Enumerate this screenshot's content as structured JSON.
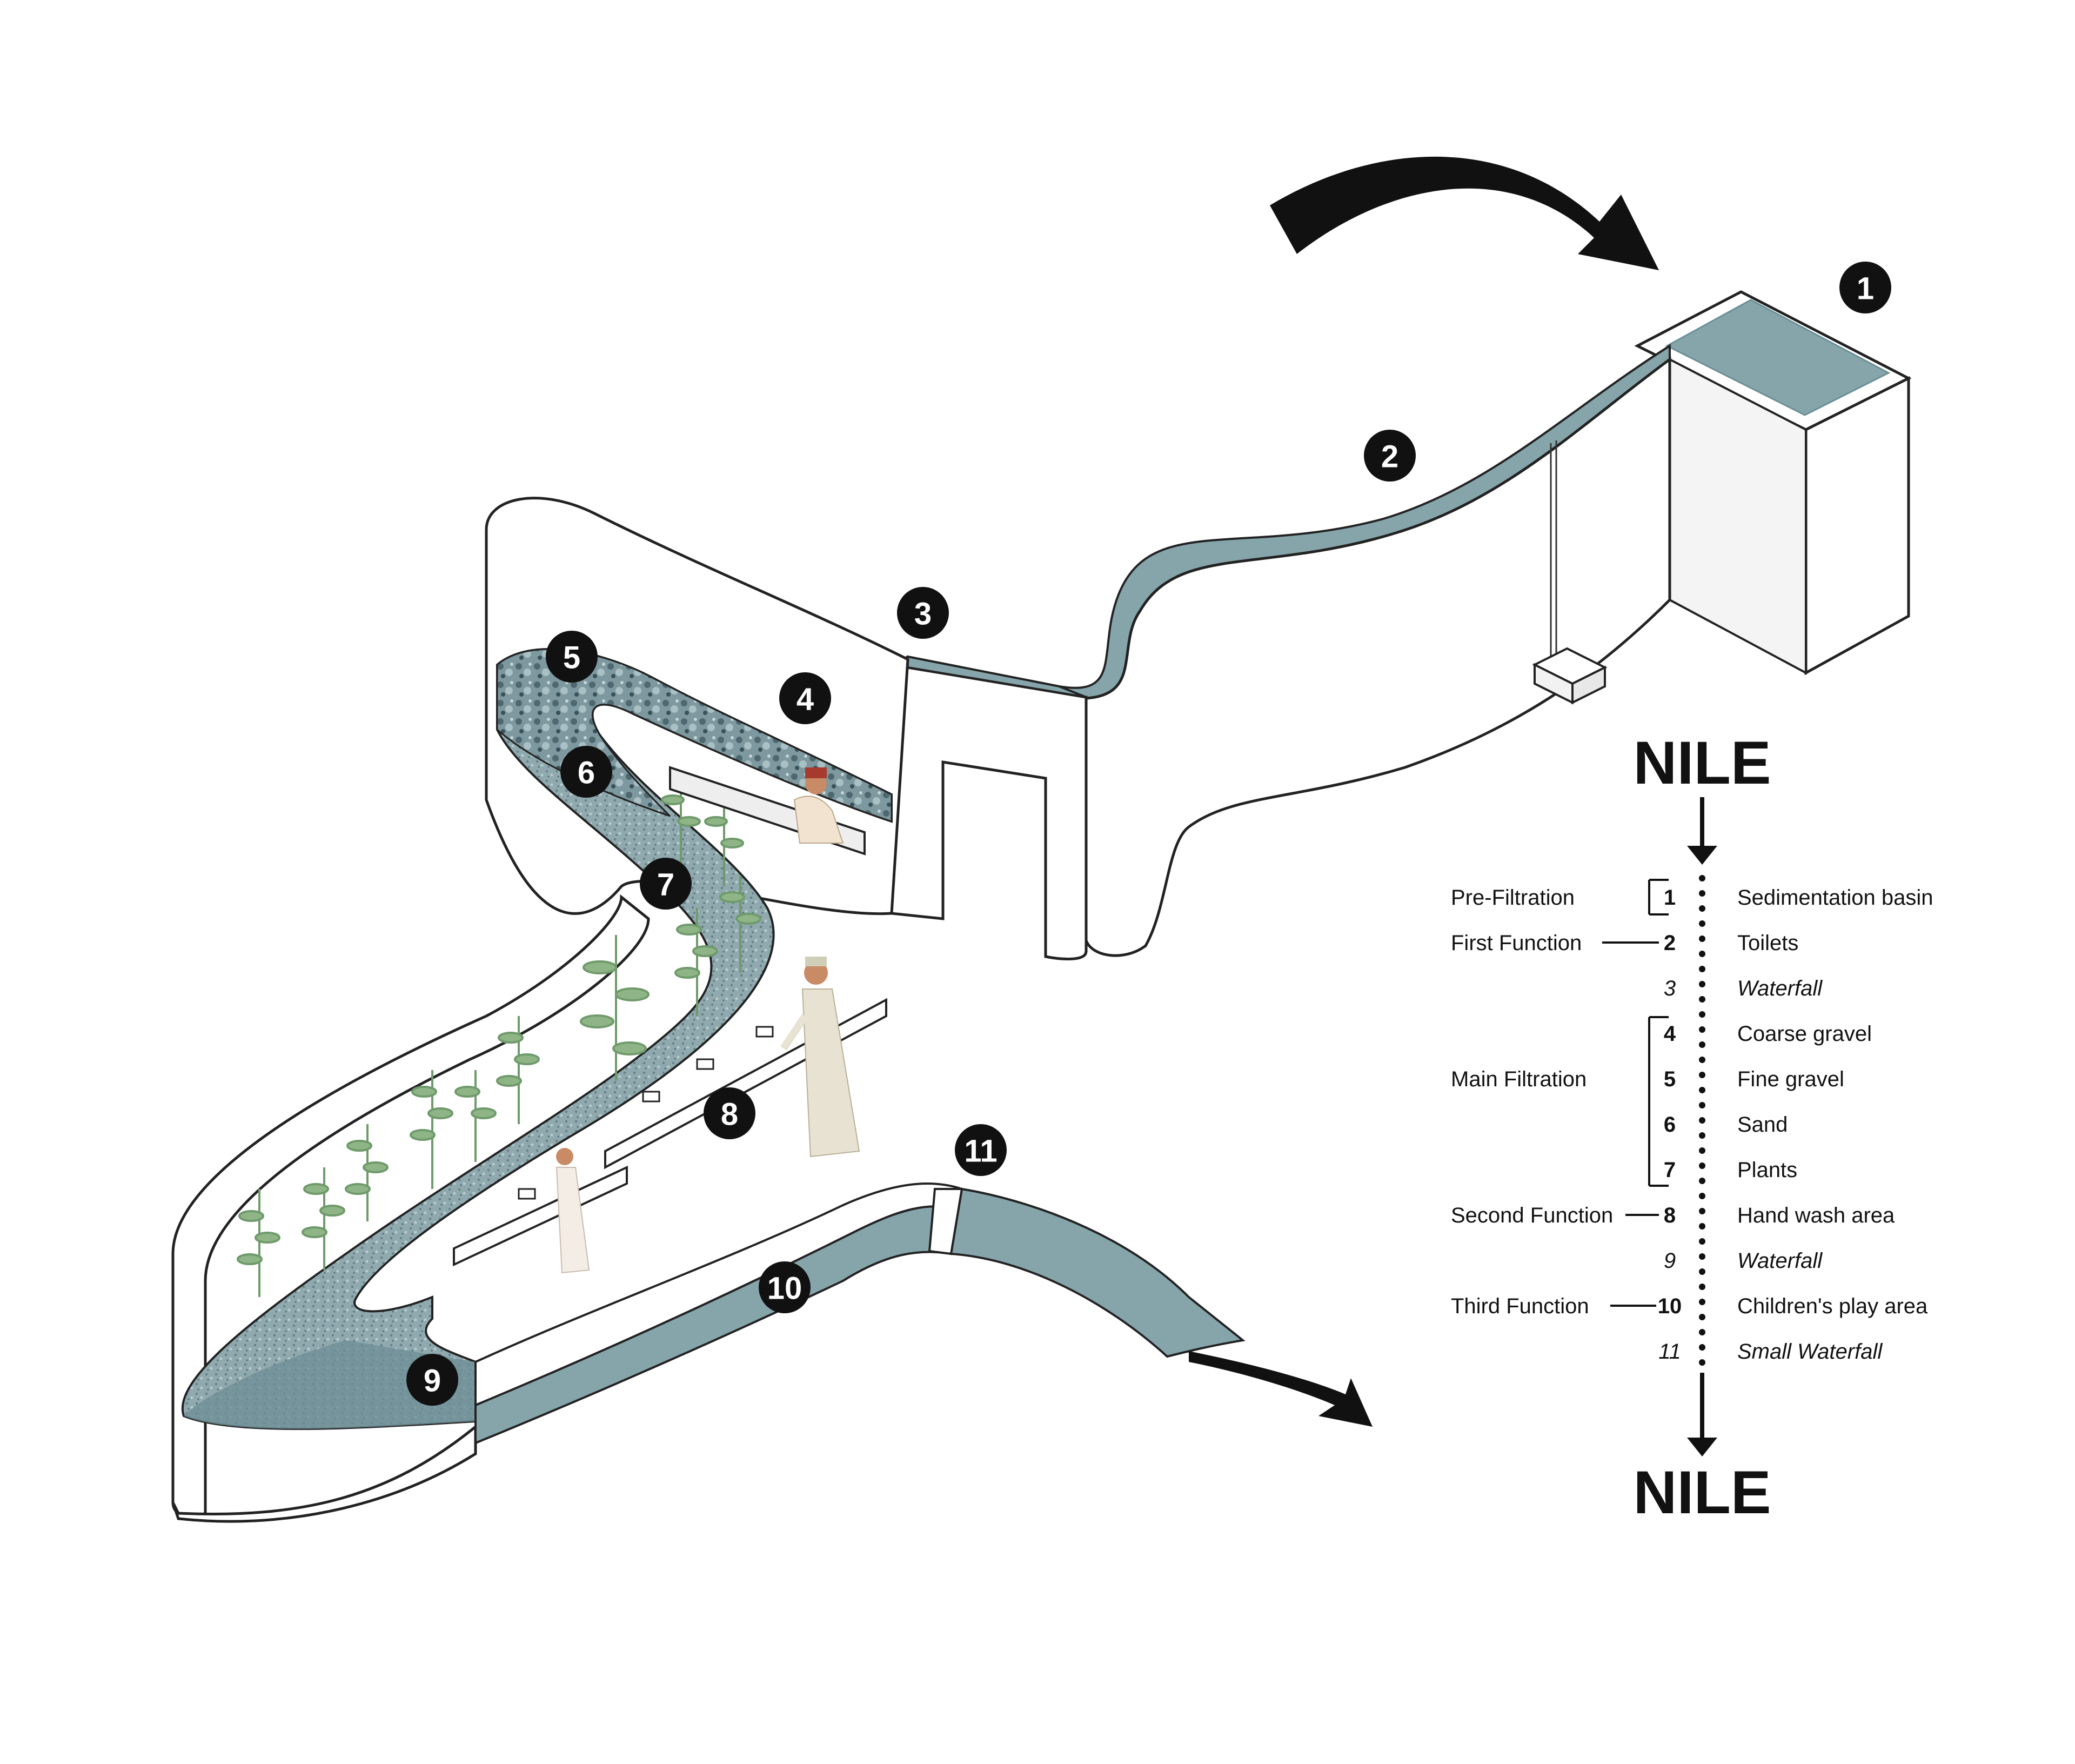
{
  "colors": {
    "water": "#86a5ab",
    "water_dark": "#6b8f96",
    "gravel": "#7e9aa0",
    "wall": "#ffffff",
    "outline": "#222222",
    "badge": "#111111",
    "plant": "#6f9a6b"
  },
  "diagram": {
    "badges": [
      {
        "label": "1",
        "target": "sedimentation-basin"
      },
      {
        "label": "2",
        "target": "toilets-channel"
      },
      {
        "label": "3",
        "target": "waterfall"
      },
      {
        "label": "4",
        "target": "coarse-gravel"
      },
      {
        "label": "5",
        "target": "fine-gravel"
      },
      {
        "label": "6",
        "target": "sand"
      },
      {
        "label": "7",
        "target": "plants"
      },
      {
        "label": "8",
        "target": "hand-wash-area"
      },
      {
        "label": "9",
        "target": "waterfall"
      },
      {
        "label": "10",
        "target": "childrens-play-area"
      },
      {
        "label": "11",
        "target": "small-waterfall"
      }
    ],
    "icons": [
      "flow-arrow-in-icon",
      "flow-arrow-out-icon",
      "person-sitting-icon",
      "person-standing-icon",
      "child-icon",
      "plant-icon"
    ]
  },
  "legend": {
    "top_title": "NILE",
    "bottom_title": "NILE",
    "rows": [
      {
        "category": "Pre-Filtration",
        "num": "1",
        "desc": "Sedimentation basin",
        "italic": false
      },
      {
        "category": "First Function",
        "num": "2",
        "desc": "Toilets",
        "italic": false
      },
      {
        "category": "",
        "num": "3",
        "desc": "Waterfall",
        "italic": true
      },
      {
        "category": "",
        "num": "4",
        "desc": "Coarse gravel",
        "italic": false
      },
      {
        "category": "Main Filtration",
        "num": "5",
        "desc": "Fine gravel",
        "italic": false
      },
      {
        "category": "",
        "num": "6",
        "desc": "Sand",
        "italic": false
      },
      {
        "category": "",
        "num": "7",
        "desc": "Plants",
        "italic": false
      },
      {
        "category": "Second Function",
        "num": "8",
        "desc": "Hand wash area",
        "italic": false
      },
      {
        "category": "",
        "num": "9",
        "desc": "Waterfall",
        "italic": true
      },
      {
        "category": "Third Function",
        "num": "10",
        "desc": "Children's play area",
        "italic": false
      },
      {
        "category": "",
        "num": "11",
        "desc": "Small Waterfall",
        "italic": true
      }
    ]
  }
}
